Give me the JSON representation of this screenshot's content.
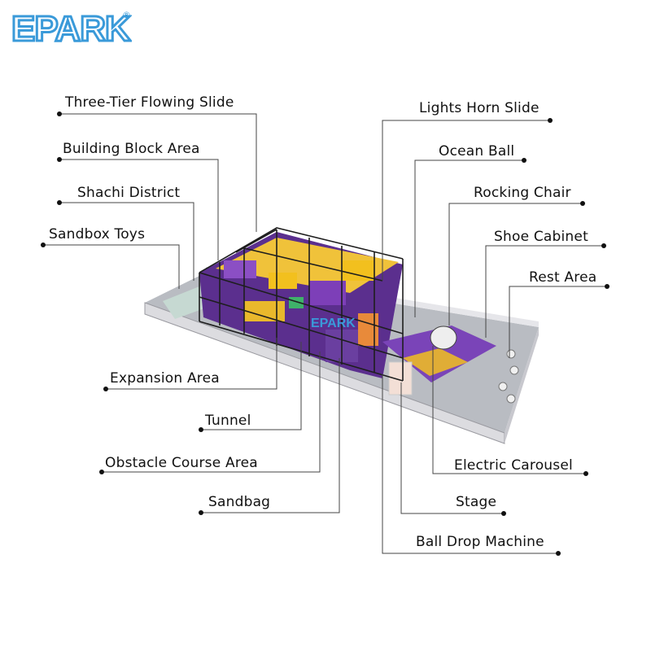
{
  "logo": {
    "text": "EPARK",
    "mark": "®",
    "color": "#3a9ad9"
  },
  "center_logo": {
    "text": "EPARK"
  },
  "labels": {
    "three_tier_flowing_slide": "Three-Tier Flowing Slide",
    "building_block_area": "Building Block Area",
    "shachi_district": "Shachi District",
    "sandbox_toys": "Sandbox Toys",
    "expansion_area": "Expansion Area",
    "tunnel": "Tunnel",
    "obstacle_course_area": "Obstacle Course Area",
    "sandbag": "Sandbag",
    "lights_horn_slide": "Lights Horn Slide",
    "ocean_ball": "Ocean Ball",
    "rocking_chair": "Rocking Chair",
    "shoe_cabinet": "Shoe Cabinet",
    "rest_area": "Rest Area",
    "electric_carousel": "Electric Carousel",
    "stage": "Stage",
    "ball_drop_machine": "Ball Drop Machine"
  },
  "colors": {
    "purple": "#6a3fa0",
    "yellow": "#f2c01e",
    "frame": "#1e1e1e",
    "floor": "#b9bcc2",
    "wall": "#d9d9de",
    "leader": "#333333"
  }
}
